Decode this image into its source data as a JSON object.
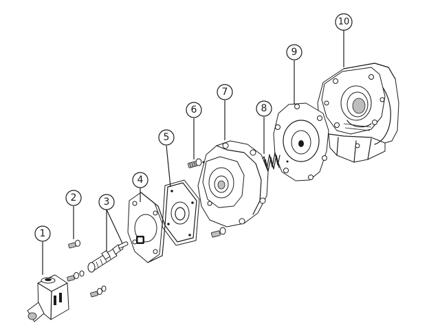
{
  "diagram": {
    "callouts": [
      {
        "id": "1",
        "label": "1"
      },
      {
        "id": "2",
        "label": "2"
      },
      {
        "id": "3",
        "label": "3"
      },
      {
        "id": "4",
        "label": "4"
      },
      {
        "id": "5",
        "label": "5"
      },
      {
        "id": "6",
        "label": "6"
      },
      {
        "id": "7",
        "label": "7"
      },
      {
        "id": "8",
        "label": "8"
      },
      {
        "id": "9",
        "label": "9"
      },
      {
        "id": "10",
        "label": "10"
      }
    ],
    "colors": {
      "line": "#1a1a1a",
      "background": "#ffffff",
      "shade": "#bdbdbd"
    }
  }
}
